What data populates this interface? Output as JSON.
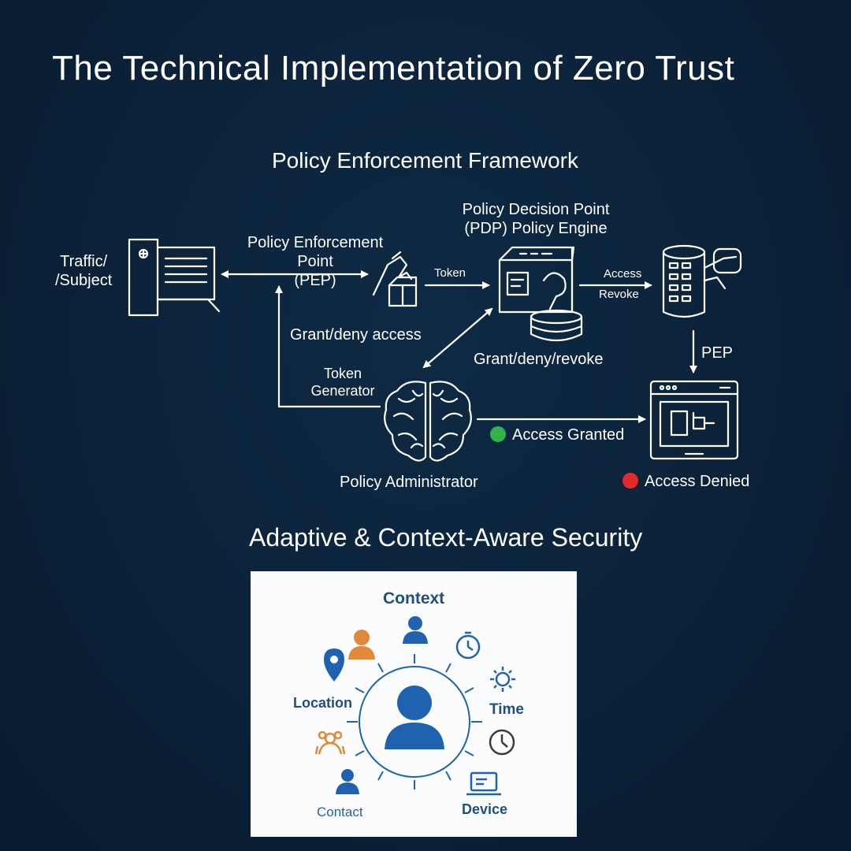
{
  "title": "The Technical Implementation of Zero Trust",
  "framework": {
    "heading": "Policy Enforcement Framework",
    "nodes": {
      "subject": "Traffic/\n/Subject",
      "pep": "Policy Enforcement\nPoint\n(PEP)",
      "pdp": "Policy Decision Point\n(PDP) Policy Engine",
      "administrator": "Policy Administrator",
      "token_generator": "Token\nGenerator",
      "pep_right": "PEP"
    },
    "edges": {
      "token": "Token",
      "access": "Access",
      "revoke": "Revoke",
      "grant_deny_access": "Grant/deny access",
      "grant_deny_revoke": "Grant/deny/revoke"
    },
    "legend": [
      {
        "label": "Access Granted",
        "color": "#2fb34a"
      },
      {
        "label": "Access Denied",
        "color": "#e22a2a"
      }
    ]
  },
  "adaptive": {
    "heading": "Adaptive & Context-Aware Security",
    "labels": {
      "context": "Context",
      "location": "Location",
      "time": "Time",
      "contact": "Contact",
      "device": "Device"
    },
    "colors": {
      "primary": "#1f63b0",
      "accent": "#e0893a"
    }
  }
}
